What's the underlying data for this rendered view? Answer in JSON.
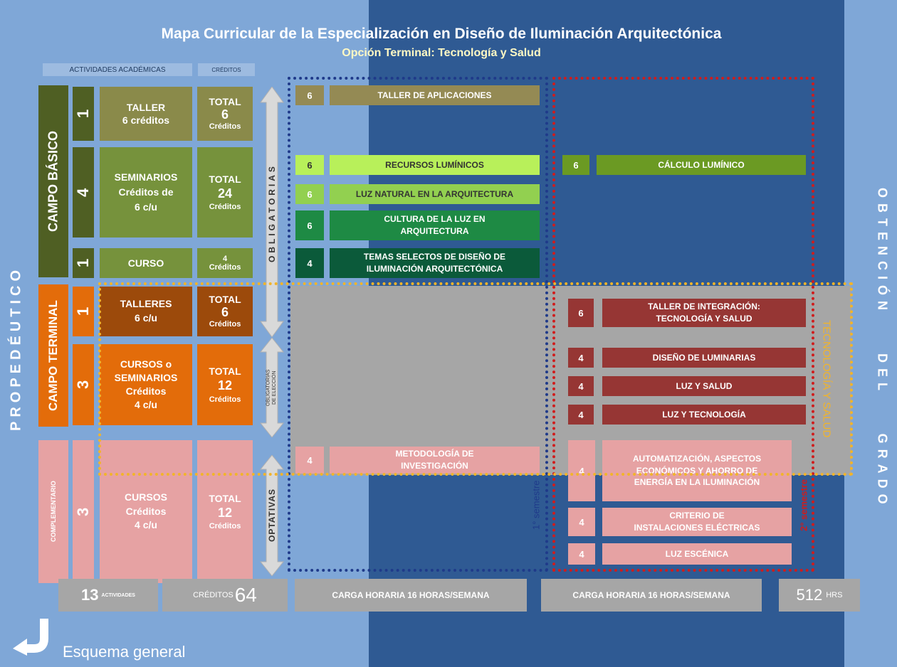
{
  "title": "Mapa Curricular de la Especialización en Diseño de Iluminación Arquitectónica",
  "subtitle": "Opción Terminal: Tecnología y Salud",
  "headers": {
    "activities": "ACTIVIDADES ACADÉMICAS",
    "credits": "CRÉDITOS"
  },
  "side_left": "PROPEDÉUTICO",
  "side_right": "OBTENCIÓN DEL GRADO",
  "fields": {
    "basic": "CAMPO BÁSICO",
    "terminal": "CAMPO TERMINAL",
    "complementary": "COMPLEMENTARIO"
  },
  "rows": [
    {
      "count": "1",
      "activity": "TALLER\n6 créditos",
      "total": "TOTAL",
      "credits": "6",
      "credits_label": "Créditos"
    },
    {
      "count": "4",
      "activity": "SEMINARIOS\nCréditos de\n6 c/u",
      "total": "TOTAL",
      "credits": "24",
      "credits_label": "Créditos"
    },
    {
      "count": "1",
      "activity": "CURSO",
      "total": "",
      "credits": "4",
      "credits_label": "Créditos"
    },
    {
      "count": "1",
      "activity": "TALLERES\n6 c/u",
      "total": "TOTAL",
      "credits": "6",
      "credits_label": "Créditos"
    },
    {
      "count": "3",
      "activity": "CURSOS o\nSEMINARIOS\nCréditos\n4 c/u",
      "total": "TOTAL",
      "credits": "12",
      "credits_label": "Créditos"
    },
    {
      "count": "3",
      "activity": "CURSOS\nCréditos\n4 c/u",
      "total": "TOTAL",
      "credits": "12",
      "credits_label": "Créditos"
    }
  ],
  "arrows": {
    "mandatory": "OBLIGATORIAS",
    "elective": "OBLIGATORIAS\nDE ELECCIÓN",
    "optional": "OPTATIVAS"
  },
  "semester1": {
    "label": "1° semestre",
    "courses": [
      {
        "credits": "6",
        "name": "TALLER DE APLICACIONES"
      },
      {
        "credits": "6",
        "name": "RECURSOS LUMÍNICOS"
      },
      {
        "credits": "6",
        "name": "LUZ NATURAL EN LA ARQUITECTURA"
      },
      {
        "credits": "6",
        "name": "CULTURA DE LA LUZ EN\nARQUITECTURA"
      },
      {
        "credits": "4",
        "name": "TEMAS SELECTOS DE DISEÑO DE\nILUMINACIÓN ARQUITECTÓNICA"
      },
      {
        "credits": "4",
        "name": "METODOLOGÍA DE\nINVESTIGACIÓN"
      }
    ]
  },
  "semester2": {
    "label": "2° semestre",
    "courses": [
      {
        "credits": "6",
        "name": "CÁLCULO LUMÍNICO"
      },
      {
        "credits": "6",
        "name": "TALLER DE INTEGRACIÓN:\nTECNOLOGÍA Y SALUD"
      },
      {
        "credits": "4",
        "name": "DISEÑO DE LUMINARIAS"
      },
      {
        "credits": "4",
        "name": "LUZ Y SALUD"
      },
      {
        "credits": "4",
        "name": "LUZ Y TECNOLOGÍA"
      },
      {
        "credits": "4",
        "name": "AUTOMATIZACIÓN, ASPECTOS\nECONÓMICOS Y AHORRO DE\nENERGÍA EN LA ILUMINACIÓN"
      },
      {
        "credits": "4",
        "name": "CRITERIO DE\nINSTALACIONES ELÉCTRICAS"
      },
      {
        "credits": "4",
        "name": "LUZ ESCÉNICA"
      }
    ]
  },
  "option_label": "TECNOLOGÍA Y SALUD",
  "footer": {
    "activities_num": "13",
    "activities_label": "ACTIVIDADES",
    "credits_label": "CRÉDITOS",
    "credits_num": "64",
    "load1": "CARGA HORARIA 16 HORAS/SEMANA",
    "load2": "CARGA HORARIA 16 HORAS/SEMANA",
    "hours_num": "512",
    "hours_label": "HRS"
  },
  "nav": {
    "label": "Esquema general"
  },
  "colors": {
    "bg_light": "#7fa7d7",
    "bg_dark": "#2f5a93",
    "basic_dark": "#4f5f23",
    "basic": "#76923c",
    "terminal_dark": "#9c4a0b",
    "terminal": "#e36c0a",
    "comp": "#e6a2a3",
    "lime": "#b8f05a",
    "red_course": "#963634",
    "gray_zone": "#a6a6a6"
  }
}
